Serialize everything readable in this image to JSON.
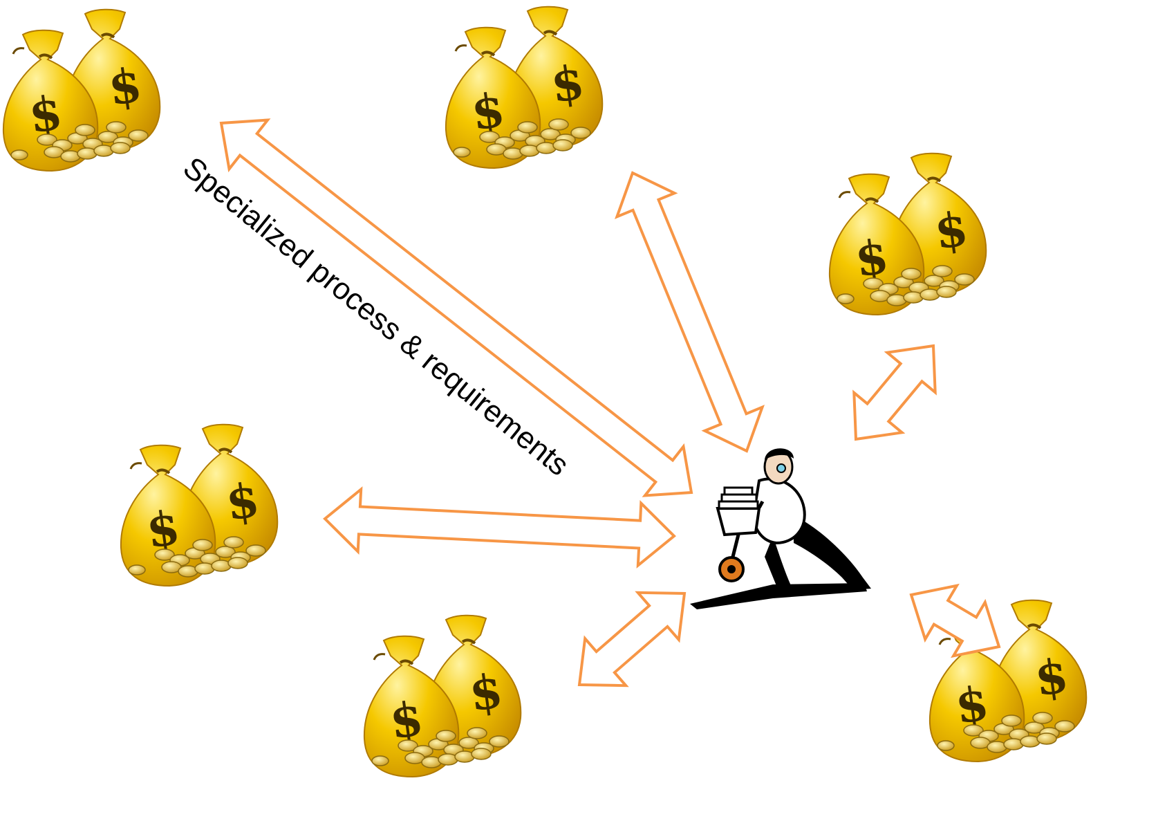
{
  "diagram": {
    "label": "Specialized process & requirements",
    "arrow_color": "#F79646",
    "bag_color": "#F2C200",
    "bag_shade": "#C79200",
    "bag_symbol": "$",
    "nodes": [
      {
        "id": "bag-top-left",
        "kind": "money-bags"
      },
      {
        "id": "bag-top-center",
        "kind": "money-bags"
      },
      {
        "id": "bag-right-upper",
        "kind": "money-bags"
      },
      {
        "id": "bag-left-middle",
        "kind": "money-bags"
      },
      {
        "id": "bag-bottom-center",
        "kind": "money-bags"
      },
      {
        "id": "bag-bottom-right",
        "kind": "money-bags"
      },
      {
        "id": "person-center",
        "kind": "person-pushing-cart"
      }
    ],
    "edges": [
      {
        "from": "person-center",
        "to": "bag-top-left",
        "labeled": true
      },
      {
        "from": "person-center",
        "to": "bag-top-center",
        "labeled": false
      },
      {
        "from": "person-center",
        "to": "bag-right-upper",
        "labeled": false
      },
      {
        "from": "person-center",
        "to": "bag-left-middle",
        "labeled": false
      },
      {
        "from": "person-center",
        "to": "bag-bottom-center",
        "labeled": false
      },
      {
        "from": "person-center",
        "to": "bag-bottom-right",
        "labeled": false
      }
    ]
  }
}
